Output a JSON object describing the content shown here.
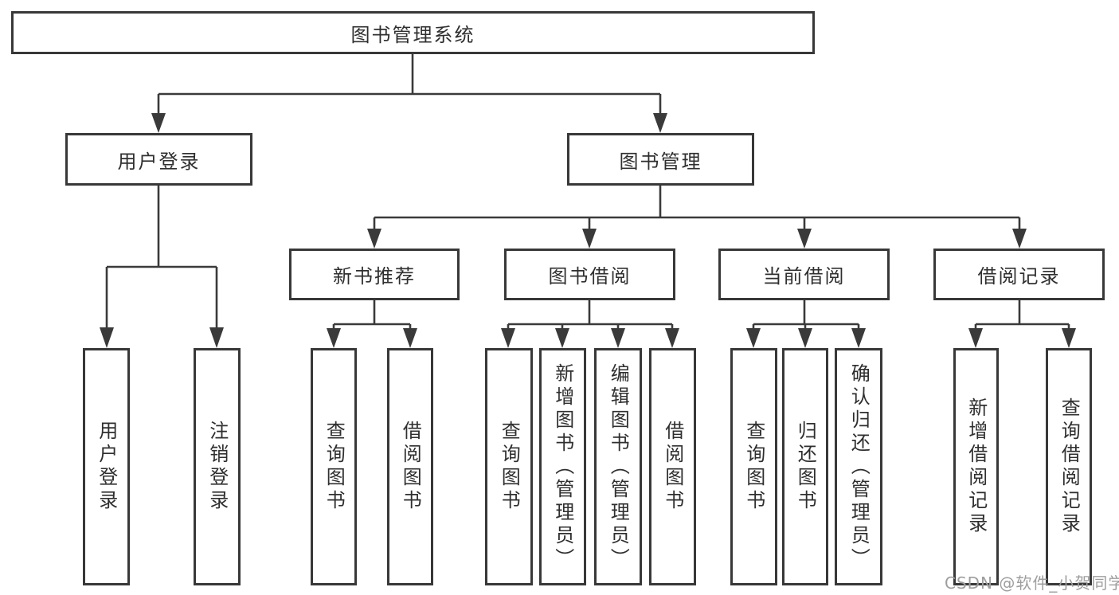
{
  "tree": {
    "root": {
      "label": "图书管理系统"
    },
    "level2": [
      {
        "label": "用户登录"
      },
      {
        "label": "图书管理"
      }
    ],
    "level3": [
      {
        "label": "新书推荐"
      },
      {
        "label": "图书借阅"
      },
      {
        "label": "当前借阅"
      },
      {
        "label": "借阅记录"
      }
    ],
    "leaves": {
      "user_login": [
        {
          "label": "用户登录"
        },
        {
          "label": "注销登录"
        }
      ],
      "new_books": [
        {
          "label": "查询图书"
        },
        {
          "label": "借阅图书"
        }
      ],
      "book_borrow": [
        {
          "label": "查询图书"
        },
        {
          "label": "新增图书（管理员）"
        },
        {
          "label": "编辑图书（管理员）"
        },
        {
          "label": "借阅图书"
        }
      ],
      "current_borrow": [
        {
          "label": "查询图书"
        },
        {
          "label": "归还图书"
        },
        {
          "label": "确认归还（管理员）"
        }
      ],
      "borrow_records": [
        {
          "label": "新增借阅记录"
        },
        {
          "label": "查询借阅记录"
        }
      ]
    }
  },
  "watermark": {
    "text": "CSDN @软件_小贺同学"
  },
  "colors": {
    "line": "#3a3a3a",
    "text": "#2f2f2f",
    "watermark": "#9e9e9e",
    "background": "#ffffff"
  }
}
